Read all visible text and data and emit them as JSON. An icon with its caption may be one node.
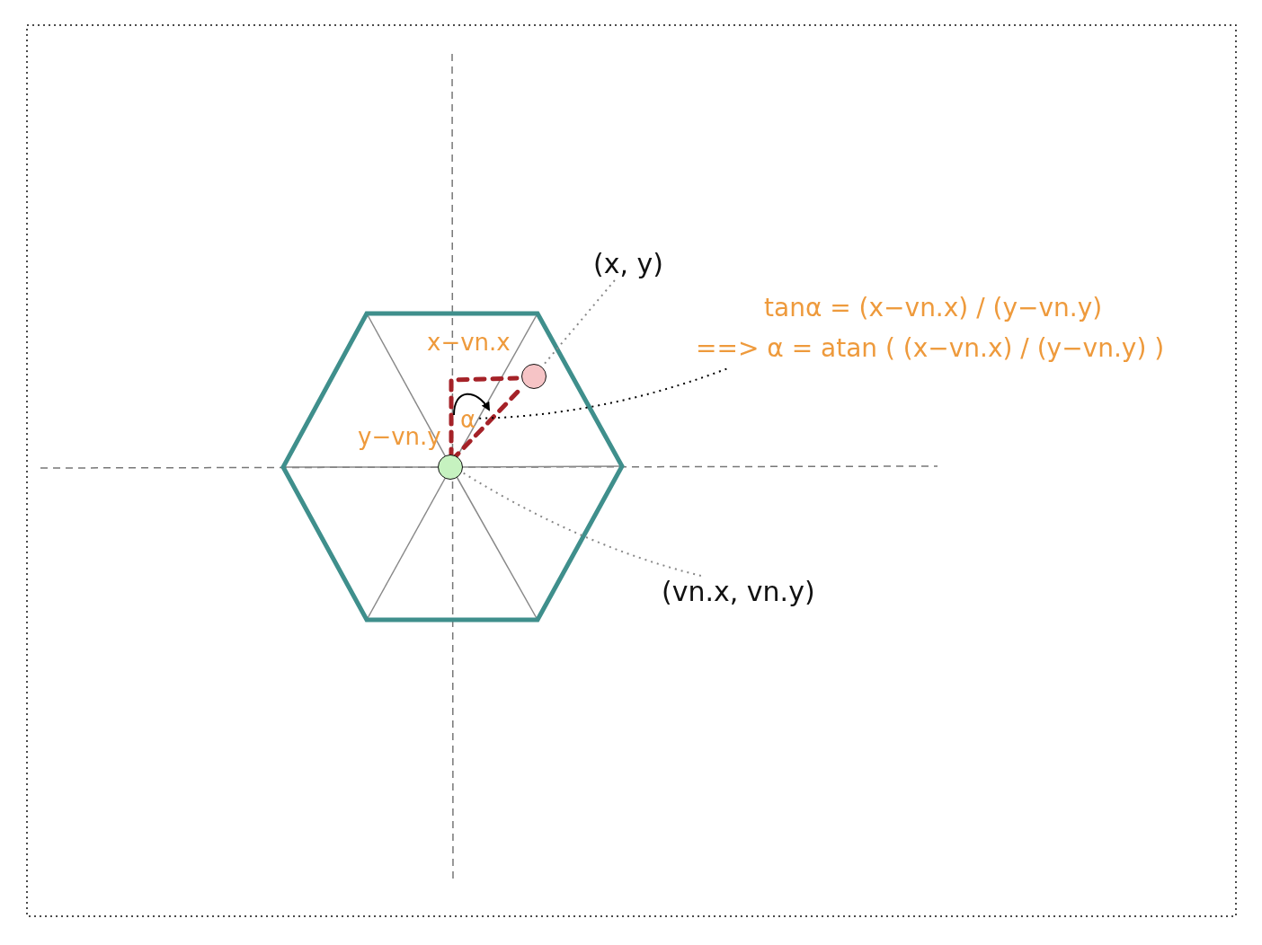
{
  "diagram": {
    "nodes": [
      {
        "text": [
          "(x, y)"
        ]
      },
      {
        "text": [],
        "shape": "circle"
      },
      {
        "text": [
          "(vn.x, vn.y)"
        ]
      },
      {
        "text": [],
        "shape": "circle"
      },
      {
        "text": [
          "tanα = (x−vn.x) / (y−vn.y)",
          "==> α = atan ( (x−vn.x) / (y−vn.y) )"
        ]
      },
      {
        "text": [
          "α"
        ]
      }
    ],
    "edges": [
      {
        "from": 0,
        "to": 1,
        "arrow": "none"
      },
      {
        "from": 2,
        "to": 3,
        "arrow": "none"
      },
      {
        "from": 4,
        "to": 5,
        "arrow": "none",
        "color": "#000000"
      }
    ],
    "labels": [
      "x−vn.x",
      "y−vn.y"
    ]
  }
}
